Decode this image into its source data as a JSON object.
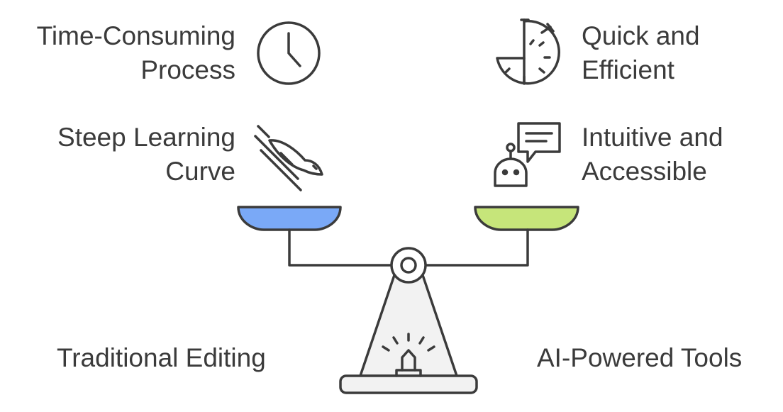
{
  "left": {
    "items": [
      {
        "label": "Time-Consuming\nProcess",
        "icon": "clock-icon"
      },
      {
        "label": "Steep Learning\nCurve",
        "icon": "diving-bird-icon"
      }
    ],
    "title": "Traditional Editing",
    "pan_color": "#7aa9f7"
  },
  "right": {
    "items": [
      {
        "label": "Quick and\nEfficient",
        "icon": "stopwatch-icon"
      },
      {
        "label": "Intuitive and\nAccessible",
        "icon": "chatbot-icon"
      }
    ],
    "title": "AI-Powered Tools",
    "pan_color": "#c6e57a"
  },
  "stroke_color": "#3b3b3b",
  "base_fill": "#f2f2f2"
}
